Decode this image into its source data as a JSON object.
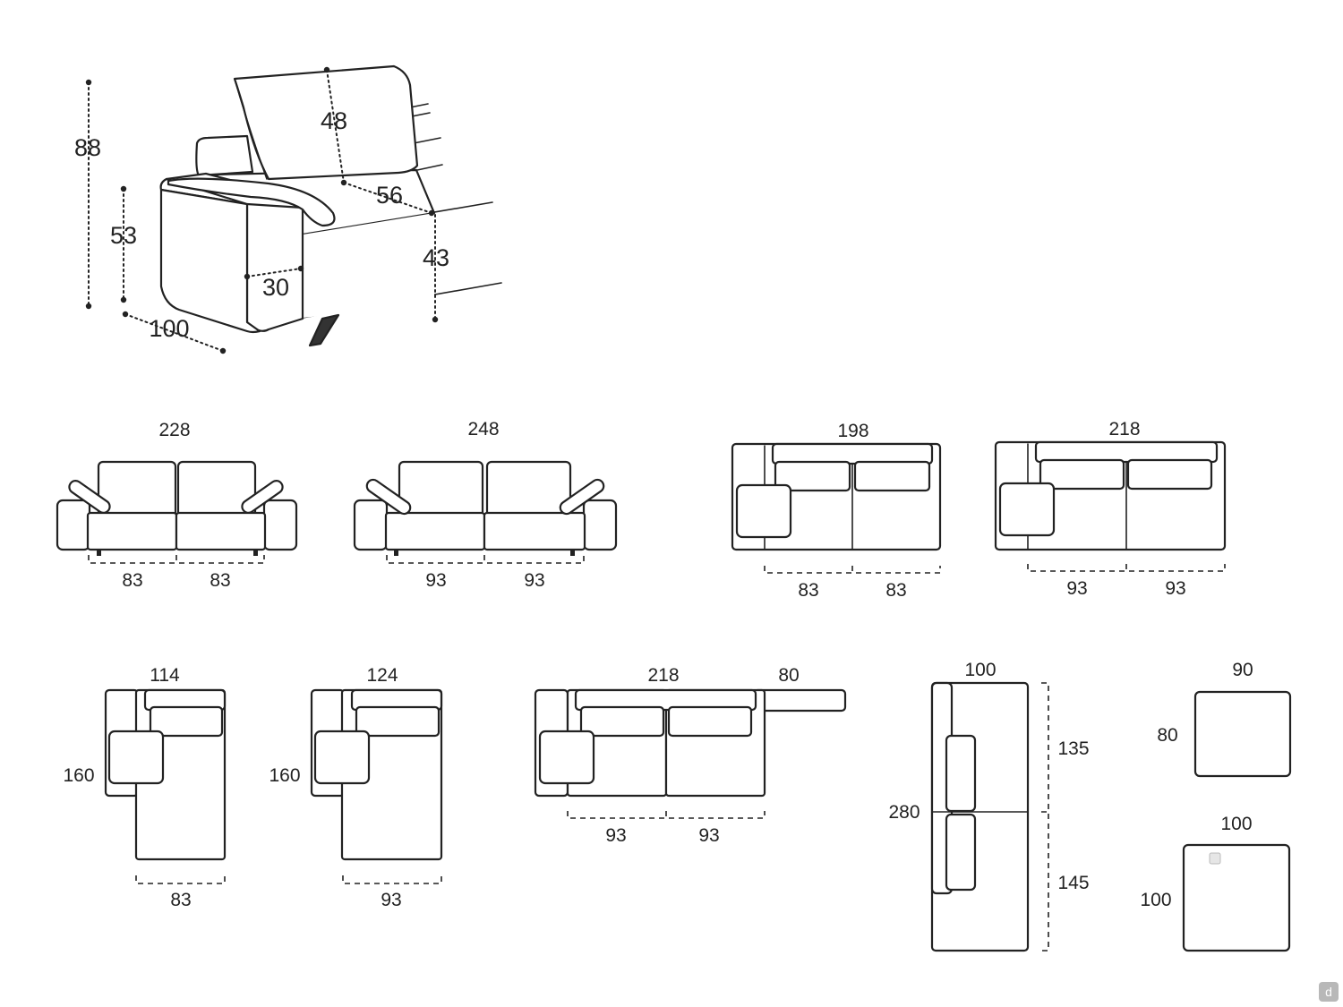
{
  "perspective": {
    "total_height": "88",
    "armrest_height": "53",
    "depth": "100",
    "armrest_width": "30",
    "backrest_height": "48",
    "seat_depth": "56",
    "seat_height": "43"
  },
  "sofas_row1": [
    {
      "total": "228",
      "seats": [
        "83",
        "83"
      ]
    },
    {
      "total": "248",
      "seats": [
        "93",
        "93"
      ]
    },
    {
      "total": "198",
      "seats": [
        "83",
        "83"
      ]
    },
    {
      "total": "218",
      "seats": [
        "93",
        "93"
      ]
    }
  ],
  "chaise_modules": [
    {
      "width": "114",
      "depth": "160",
      "seat": "83"
    },
    {
      "width": "124",
      "depth": "160",
      "seat": "93"
    }
  ],
  "sofa_with_extension": {
    "total": "218",
    "extension": "80",
    "seats": [
      "93",
      "93"
    ]
  },
  "corner_module": {
    "width": "100",
    "total_length": "280",
    "upper": "135",
    "lower": "145"
  },
  "poufs": [
    {
      "width": "90",
      "depth": "80"
    },
    {
      "width": "100",
      "depth": "100"
    }
  ],
  "logo_glyph": "d"
}
